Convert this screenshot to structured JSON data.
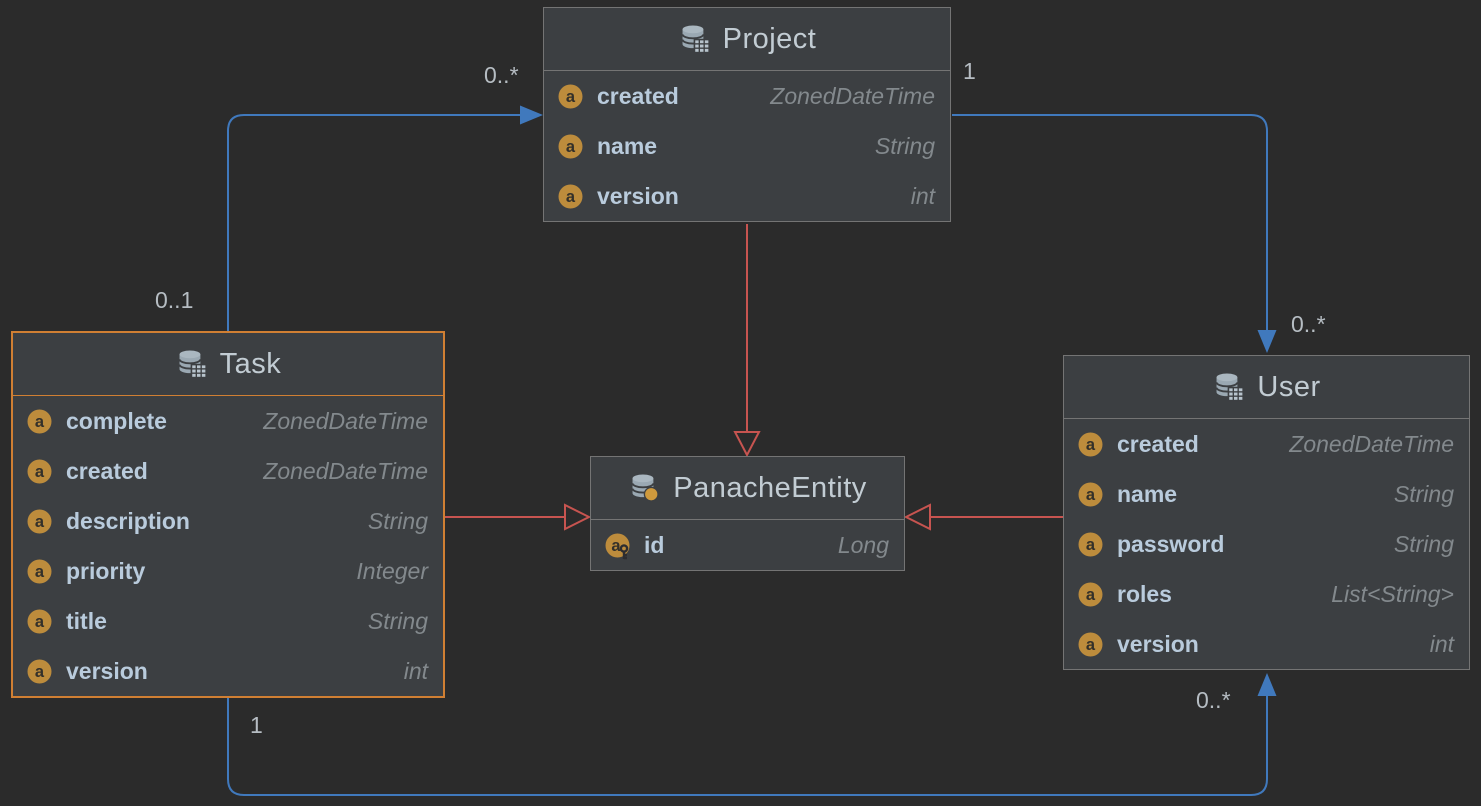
{
  "diagram": {
    "colors": {
      "background": "#2b2b2b",
      "box_fill": "#3c3f42",
      "box_border": "#747474",
      "selected_border": "#d07f33",
      "association_line": "#4079bd",
      "inheritance_line": "#c75450",
      "title_text": "#c2ccd3",
      "field_name_text": "#b9cbdc",
      "field_type_text": "#83898d",
      "multiplicity_text": "#b6bdc3",
      "attribute_icon_fill": "#bd8c3c"
    },
    "entities": [
      {
        "id": "project",
        "name": "Project",
        "icon": "entity-icon",
        "selected": false,
        "fields": [
          {
            "name": "created",
            "type": "ZonedDateTime",
            "icon": "attribute-icon"
          },
          {
            "name": "name",
            "type": "String",
            "icon": "attribute-icon"
          },
          {
            "name": "version",
            "type": "int",
            "icon": "attribute-icon"
          }
        ]
      },
      {
        "id": "task",
        "name": "Task",
        "icon": "entity-icon",
        "selected": true,
        "fields": [
          {
            "name": "complete",
            "type": "ZonedDateTime",
            "icon": "attribute-icon"
          },
          {
            "name": "created",
            "type": "ZonedDateTime",
            "icon": "attribute-icon"
          },
          {
            "name": "description",
            "type": "String",
            "icon": "attribute-icon"
          },
          {
            "name": "priority",
            "type": "Integer",
            "icon": "attribute-icon"
          },
          {
            "name": "title",
            "type": "String",
            "icon": "attribute-icon"
          },
          {
            "name": "version",
            "type": "int",
            "icon": "attribute-icon"
          }
        ]
      },
      {
        "id": "user",
        "name": "User",
        "icon": "entity-icon",
        "selected": false,
        "fields": [
          {
            "name": "created",
            "type": "ZonedDateTime",
            "icon": "attribute-icon"
          },
          {
            "name": "name",
            "type": "String",
            "icon": "attribute-icon"
          },
          {
            "name": "password",
            "type": "String",
            "icon": "attribute-icon"
          },
          {
            "name": "roles",
            "type": "List<String>",
            "icon": "attribute-icon"
          },
          {
            "name": "version",
            "type": "int",
            "icon": "attribute-icon"
          }
        ]
      },
      {
        "id": "panache",
        "name": "PanacheEntity",
        "icon": "entity-superclass-icon",
        "selected": false,
        "fields": [
          {
            "name": "id",
            "type": "Long",
            "icon": "id-attribute-icon"
          }
        ]
      }
    ],
    "relationships": [
      {
        "type": "association",
        "from": "Task",
        "to": "Project",
        "from_label": "0..1",
        "to_label": "0..*"
      },
      {
        "type": "association",
        "from": "Project",
        "to": "User",
        "from_label": "1",
        "to_label": "0..*"
      },
      {
        "type": "association",
        "from": "Task",
        "to": "User",
        "from_label": "1",
        "to_label": "0..*"
      },
      {
        "type": "inheritance",
        "from": "Project",
        "to": "PanacheEntity"
      },
      {
        "type": "inheritance",
        "from": "Task",
        "to": "PanacheEntity"
      },
      {
        "type": "inheritance",
        "from": "User",
        "to": "PanacheEntity"
      }
    ]
  }
}
